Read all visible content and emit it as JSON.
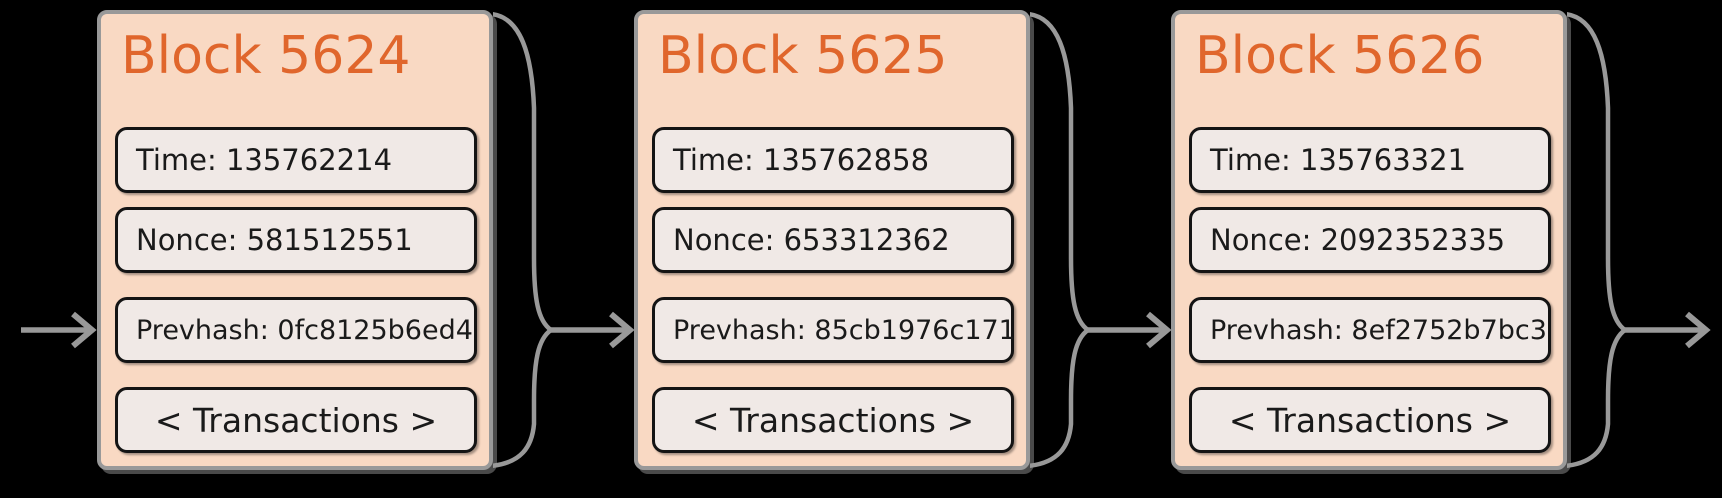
{
  "colors": {
    "background": "#000000",
    "block_fill": "#f9d9c3",
    "block_border": "#999999",
    "title_orange": "#e0662c",
    "field_fill": "#f0e9e6",
    "field_border": "#141414",
    "field_text": "#1a1a1a",
    "connector_gray": "#999999"
  },
  "blocks": [
    {
      "title": "Block 5624",
      "fields": [
        {
          "name": "time",
          "text": "Time: 135762214"
        },
        {
          "name": "nonce",
          "text": "Nonce: 581512551"
        },
        {
          "name": "prevhash",
          "text": "Prevhash: 0fc8125b6ed4"
        },
        {
          "name": "transactions",
          "text": "< Transactions >"
        }
      ]
    },
    {
      "title": "Block 5625",
      "fields": [
        {
          "name": "time",
          "text": "Time: 135762858"
        },
        {
          "name": "nonce",
          "text": "Nonce: 653312362"
        },
        {
          "name": "prevhash",
          "text": "Prevhash: 85cb1976c171"
        },
        {
          "name": "transactions",
          "text": "< Transactions >"
        }
      ]
    },
    {
      "title": "Block 5626",
      "fields": [
        {
          "name": "time",
          "text": "Time: 135763321"
        },
        {
          "name": "nonce",
          "text": "Nonce: 2092352335"
        },
        {
          "name": "prevhash",
          "text": "Prevhash: 8ef2752b7bc3"
        },
        {
          "name": "transactions",
          "text": "< Transactions >"
        }
      ]
    }
  ]
}
